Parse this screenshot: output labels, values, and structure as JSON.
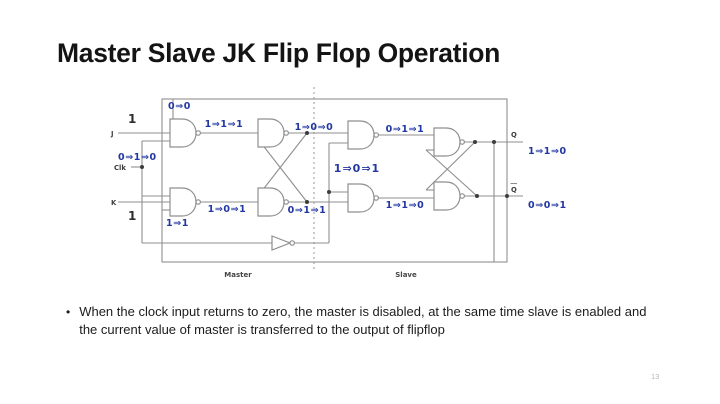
{
  "slide": {
    "title": "Master Slave JK Flip Flop Operation",
    "bullet_marker": "•",
    "bullet_text": "When the clock input returns to zero, the master is disabled, at the same time slave is enabled and the current value of master is transferred to the output of flipflop",
    "page_number": "13"
  },
  "diagram": {
    "labels": {
      "j": "J",
      "k": "K",
      "clk": "Clk",
      "q": "Q",
      "qbar": "Q",
      "master": "Master",
      "slave": "Slave",
      "j_value": "1",
      "k_value": "1"
    },
    "annotations": {
      "qbar_feedback": "0⇒0",
      "clk_in": "0⇒1⇒0",
      "j_gate_out": "1⇒1⇒1",
      "k_gate_out": "1⇒0⇒1",
      "q_feedback": "1⇒1",
      "master_q_out": "1⇒0⇒0",
      "master_qbar_out": "0⇒1⇒1",
      "slave_clk": "1⇒0⇒1",
      "slave_set_out": "0⇒1⇒1",
      "slave_reset_out": "1⇒1⇒0",
      "q_out": "1⇒1⇒0",
      "qbar_out": "0⇒0⇒1"
    },
    "colors": {
      "annotation_blue": "#2337a3",
      "circuit_gray": "#8f8f8f"
    }
  }
}
